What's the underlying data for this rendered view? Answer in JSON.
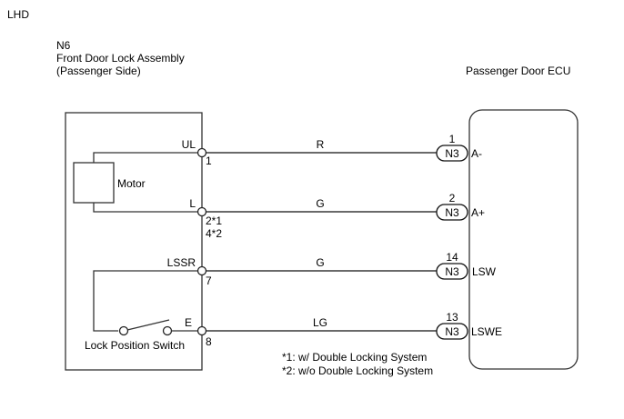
{
  "drive_side": "LHD",
  "left_component": {
    "code": "N6",
    "name": "Front Door Lock Assembly",
    "side": "(Passenger Side)",
    "motor_label": "Motor",
    "switch_label": "Lock Position Switch"
  },
  "right_component": {
    "name": "Passenger Door ECU"
  },
  "circuits": [
    {
      "left_terminal_name": "UL",
      "left_pin": "1",
      "left_pin_alt": "",
      "wire_color": "R",
      "connector": "N3",
      "ecu_pin": "1",
      "ecu_terminal": "A-"
    },
    {
      "left_terminal_name": "L",
      "left_pin": "2*1",
      "left_pin_alt": "4*2",
      "wire_color": "G",
      "connector": "N3",
      "ecu_pin": "2",
      "ecu_terminal": "A+"
    },
    {
      "left_terminal_name": "LSSR",
      "left_pin": "7",
      "left_pin_alt": "",
      "wire_color": "G",
      "connector": "N3",
      "ecu_pin": "14",
      "ecu_terminal": "LSW"
    },
    {
      "left_terminal_name": "E",
      "left_pin": "8",
      "left_pin_alt": "",
      "wire_color": "LG",
      "connector": "N3",
      "ecu_pin": "13",
      "ecu_terminal": "LSWE"
    }
  ],
  "notes": [
    "*1: w/ Double Locking System",
    "*2: w/o Double Locking System"
  ]
}
